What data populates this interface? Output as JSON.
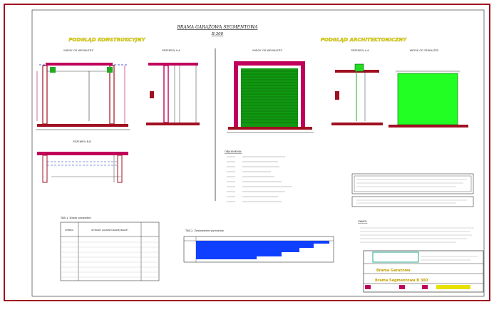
{
  "title": {
    "line1": "BRAMA GARAŻOWA SEGMENTOWA",
    "line2": "B 300"
  },
  "sections": {
    "construction": "PODGLĄD KONSTRUKCYJNY",
    "architecture": "PODGLĄD ARCHITEKTONICZNY"
  },
  "views": {
    "con_front": "WIDOK OD WEWNĄTRZ",
    "con_sectionA": "PRZEKRÓJ A-A",
    "con_sectionB": "PRZEKRÓJ B-B",
    "arch_inside": "WIDOK OD WEWNĄTRZ",
    "arch_sectionA": "PRZEKRÓJ A-A",
    "arch_outside": "WIDOK OD ZEWNĄTRZ"
  },
  "legend": {
    "title": "OBJAŚNIENIA:"
  },
  "tables": {
    "left_title": "TAB.1. Dobór prowadnic",
    "left_col1": "SYMBOL",
    "left_col2": "WYMIARY ZAMONTOWANEJ BRAMY",
    "mid_title": "TAB.2. Zestawienie wymiarów",
    "notes_title": "UWAGI:"
  },
  "titleblock": {
    "project": "Brama Garażowa",
    "drawing": "Brama Segmentowa B 300"
  },
  "colors": {
    "frame": "#a01020",
    "dim": "#c0005a",
    "door_green": "#22dd22",
    "section_title": "#e0e000",
    "chart_blue": "#1040ff"
  }
}
